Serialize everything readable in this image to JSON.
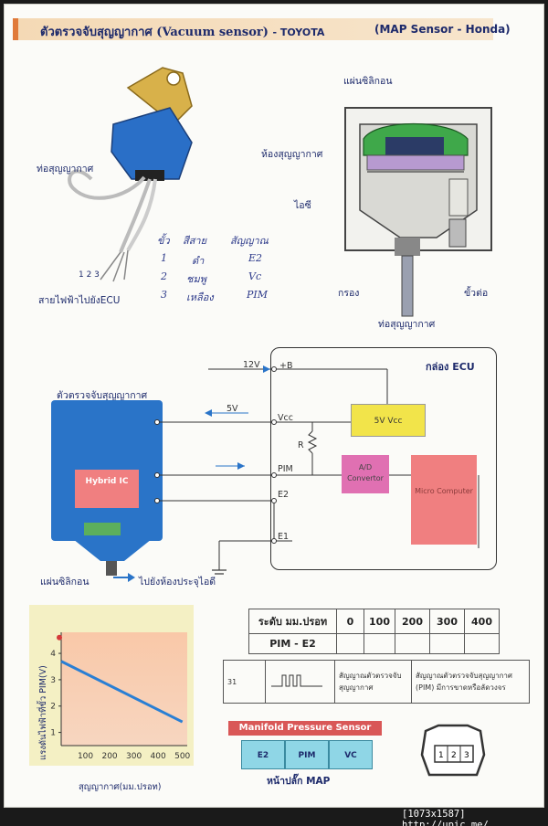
{
  "header": {
    "title_th": "ตัวตรวจจับสุญญากาศ",
    "title_en": "(Vacuum sensor)",
    "title_brand": "- TOYOTA",
    "subtitle": "(MAP Sensor - Honda)"
  },
  "diagram_top": {
    "vacuum_tube": "ท่อสุญญากาศ",
    "wire_to_ecu": "สายไฟฟ้าไปยังECU",
    "wire_numbers": "1 2 3",
    "silicon_chip": "แผ่นซิลิกอน",
    "vacuum_chamber": "ห้องสุญญากาศ",
    "ic": "ไอซี",
    "filter": "กรอง",
    "connector": "ขั้วต่อ",
    "vacuum_tube_bottom": "ท่อสุญญากาศ"
  },
  "handwritten": {
    "rows": [
      [
        "ขั้ว",
        "สีสาย",
        "สัญญาณ"
      ],
      [
        "1",
        "ดำ",
        "E2"
      ],
      [
        "2",
        "ชมพู",
        "Vc"
      ],
      [
        "3",
        "เหลือง",
        "PIM"
      ]
    ]
  },
  "circuit": {
    "ecu_box": "กล่อง ECU",
    "sensor_label": "ตัวตรวจจับสุญญากาศ",
    "hybrid_ic": "Hybrid IC",
    "v12": "12V",
    "v5": "5V",
    "pin_b": "+B",
    "pin_vcc": "Vcc",
    "pin_pim": "PIM",
    "pin_e2": "E2",
    "pin_e1": "E1",
    "resistor": "R",
    "sv_vcc": "5V Vcc",
    "adc": "A/D Convertor",
    "micro": "Micro Computer",
    "silicon_chip": "แผ่นซิลิกอน",
    "to_intake": "ไปยังห้องประจุไอดี"
  },
  "pressure_table": {
    "row1_label": "ระดับ มม.ปรอท",
    "values": [
      "0",
      "100",
      "200",
      "300",
      "400"
    ],
    "row2_label": "PIM - E2"
  },
  "code_table": {
    "code": "31",
    "short_desc": "สัญญาณตัวตรวจจับ สุญญากาศ",
    "long_desc": "สัญญาณตัวตรวจจับสุญญากาศ (PIM) มีการขาดหรือลัดวงจร"
  },
  "manifold": {
    "title": "Manifold Pressure Sensor",
    "pins": [
      "E2",
      "PIM",
      "VC"
    ],
    "plug_label": "หน้าปลั๊ก MAP",
    "connector_pins": [
      "1",
      "2",
      "3"
    ]
  },
  "chart_data": {
    "type": "line",
    "x": [
      0,
      500
    ],
    "series": [
      {
        "values": [
          3.7,
          1.4
        ]
      }
    ],
    "xlabel": "สุญญากาศ(มม.ปรอท)",
    "ylabel": "แรงดันไฟฟ้าที่ขั้ว PIM(V)",
    "x_ticks": [
      "100",
      "200",
      "300",
      "400",
      "500"
    ],
    "y_ticks": [
      "1",
      "2",
      "3",
      "4"
    ],
    "xlim": [
      0,
      520
    ],
    "ylim": [
      0.5,
      4.8
    ],
    "line_color": "#2a7fd4"
  },
  "footer": "[1073x1587] http://upic.me/"
}
